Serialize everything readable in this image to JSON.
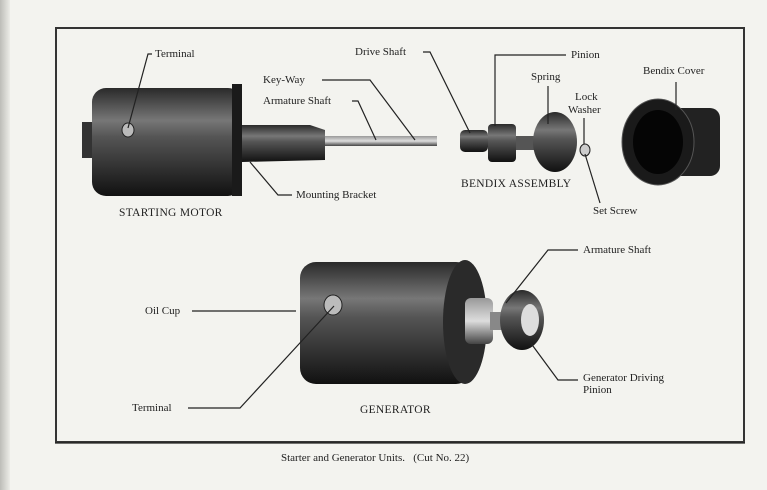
{
  "figure": {
    "caption": "Starter and Generator Units.   (Cut No. 22)",
    "starting_motor": {
      "title": "STARTING MOTOR",
      "labels": {
        "terminal": "Terminal",
        "key_way": "Key-Way",
        "armature_shaft": "Armature Shaft",
        "mounting_bracket": "Mounting Bracket"
      }
    },
    "bendix": {
      "title": "BENDIX ASSEMBLY",
      "labels": {
        "drive_shaft": "Drive Shaft",
        "pinion": "Pinion",
        "spring": "Spring",
        "lock": "Lock",
        "washer": "Washer",
        "set_screw": "Set Screw",
        "bendix_cover": "Bendix Cover"
      }
    },
    "generator": {
      "title": "GENERATOR",
      "labels": {
        "oil_cup": "Oil Cup",
        "terminal": "Terminal",
        "armature_shaft": "Armature Shaft",
        "driving_pinion_1": "Generator Driving",
        "driving_pinion_2": "Pinion"
      }
    }
  }
}
